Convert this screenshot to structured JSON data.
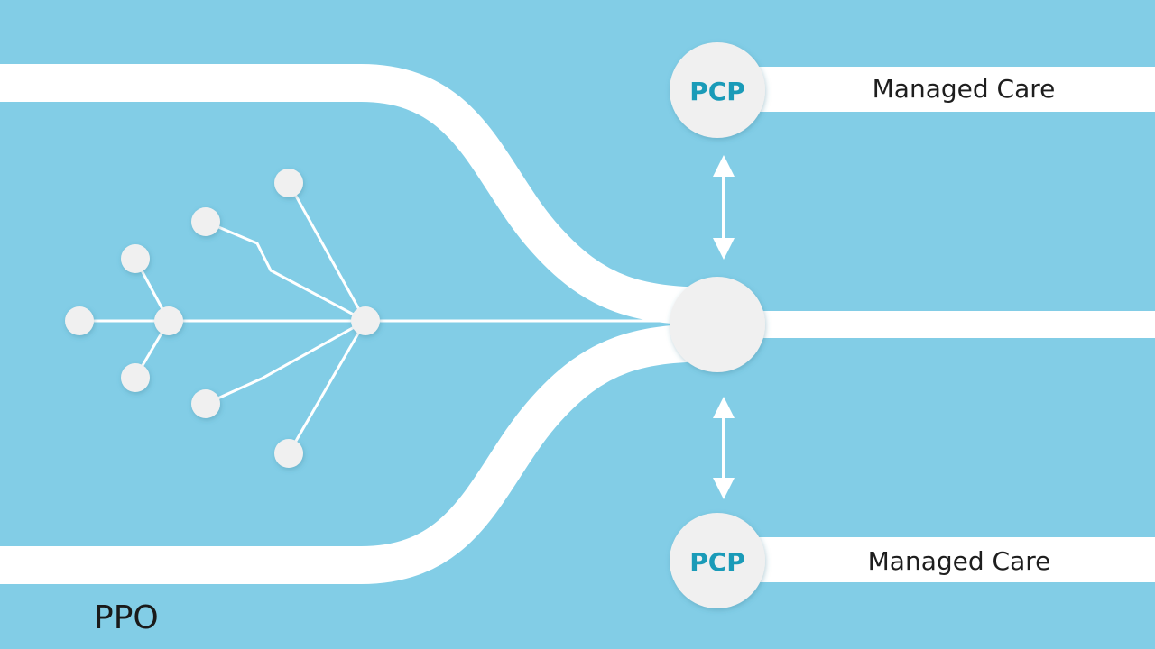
{
  "colors": {
    "background": "#82cde6",
    "band": "#ffffff",
    "node": "#f0f0f0",
    "pcp_text": "#1a9bb8",
    "label_text": "#1e1e1e"
  },
  "top_branch": {
    "node_label": "PCP",
    "band_label": "Managed Care"
  },
  "bottom_branch": {
    "node_label": "PCP",
    "band_label": "Managed Care"
  },
  "ppo_label": "PPO",
  "icons": [
    "double-arrow-up-down-icon",
    "double-arrow-up-down-icon"
  ]
}
